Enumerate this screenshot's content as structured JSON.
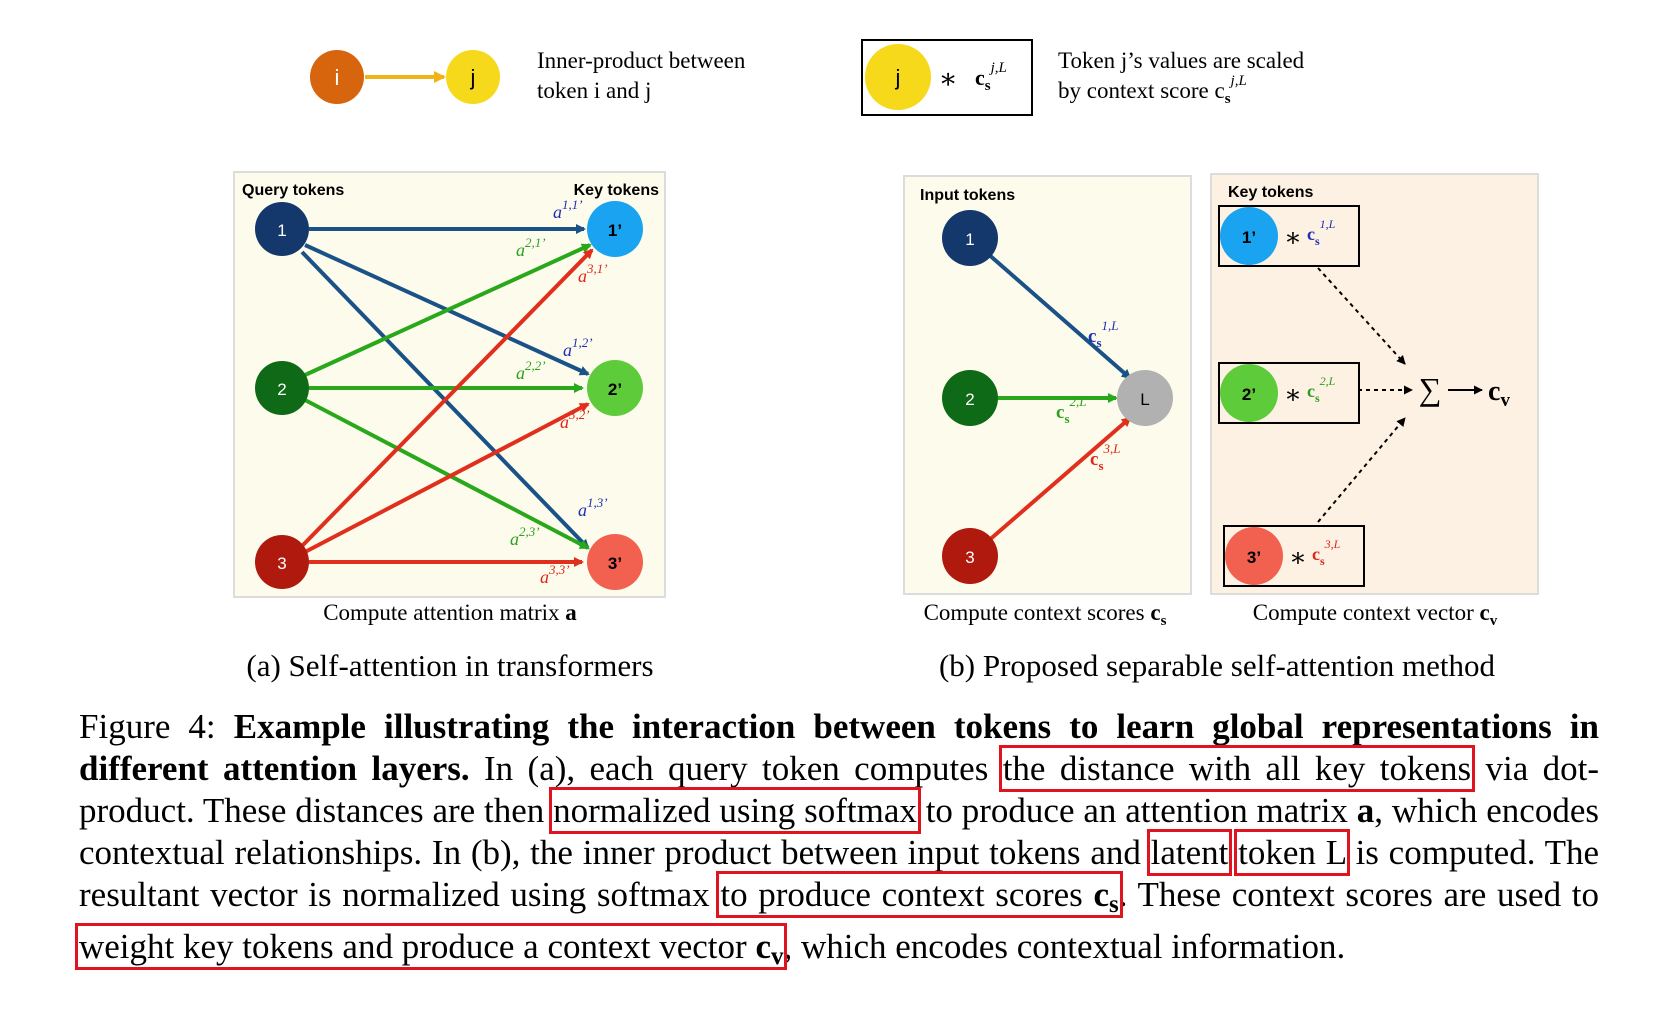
{
  "legend": {
    "node_i": "i",
    "node_j": "j",
    "left_line1": "Inner-product between",
    "left_line2": "token i and j",
    "box_node": "j",
    "box_op": "∗",
    "box_c": "c",
    "box_c_sub": "s",
    "box_c_sup": "j,L",
    "right_line1": "Token j’s values are scaled",
    "right_line2": "by context score c",
    "right_line2_sub": "s",
    "right_line2_sup": "j,L"
  },
  "panel_a": {
    "query_header": "Query tokens",
    "key_header": "Key tokens",
    "query_nodes": [
      "1",
      "2",
      "3"
    ],
    "key_nodes": [
      "1’",
      "2’",
      "3’"
    ],
    "edge_labels": [
      {
        "name": "a-1-1",
        "text": "a^{1,1’}",
        "color": "#1f2fb4"
      },
      {
        "name": "a-2-1",
        "text": "a^{2,1’}",
        "color": "#2aa01e"
      },
      {
        "name": "a-3-1",
        "text": "a^{3,1’}",
        "color": "#e0251b"
      },
      {
        "name": "a-1-2",
        "text": "a^{1,2’}",
        "color": "#1f2fb4"
      },
      {
        "name": "a-2-2",
        "text": "a^{2,2’}",
        "color": "#2aa01e"
      },
      {
        "name": "a-3-2",
        "text": "a^{3,2’}",
        "color": "#e0251b"
      },
      {
        "name": "a-1-3",
        "text": "a^{1,3’}",
        "color": "#1f2fb4"
      },
      {
        "name": "a-2-3",
        "text": "a^{2,3’}",
        "color": "#2aa01e"
      },
      {
        "name": "a-3-3",
        "text": "a^{3,3’}",
        "color": "#e0251b"
      }
    ],
    "caption": "Compute attention matrix",
    "caption_bold": "a",
    "subcaption": "(a) Self-attention in transformers"
  },
  "panel_b": {
    "input_header": "Input tokens",
    "input_nodes": [
      "1",
      "2",
      "3"
    ],
    "latent_node": "L",
    "score_labels": [
      {
        "name": "cs-1-L",
        "base": "c",
        "sub": "s",
        "sup": "1,L",
        "color": "#1f2fb4"
      },
      {
        "name": "cs-2-L",
        "base": "c",
        "sub": "s",
        "sup": "2,L",
        "color": "#2aa01e"
      },
      {
        "name": "cs-3-L",
        "base": "c",
        "sub": "s",
        "sup": "3,L",
        "color": "#e0251b"
      }
    ],
    "left_caption": "Compute context scores",
    "left_caption_bold": "c",
    "left_caption_sub": "s",
    "key_header": "Key tokens",
    "key_nodes": [
      "1’",
      "2’",
      "3’"
    ],
    "key_op": "∗",
    "key_scores": [
      {
        "base": "c",
        "sub": "s",
        "sup": "1,L",
        "color": "#1f2fb4"
      },
      {
        "base": "c",
        "sub": "s",
        "sup": "2,L",
        "color": "#2aa01e"
      },
      {
        "base": "c",
        "sub": "s",
        "sup": "3,L",
        "color": "#e0251b"
      }
    ],
    "sum_symbol": "∑",
    "output": "c",
    "output_sub": "v",
    "right_caption": "Compute context vector",
    "right_caption_bold": "c",
    "right_caption_sub": "v",
    "subcaption": "(b) Proposed separable self-attention method"
  },
  "colors": {
    "node1": "#14386b",
    "node2": "#0e6a17",
    "node3": "#b01a0e",
    "key1": "#1aa3f0",
    "key2": "#5ecb3b",
    "key3": "#f2604f",
    "edge_blue": "#1a5288",
    "edge_green": "#2aa81c",
    "edge_red": "#e0301d",
    "node_i": "#d7650e",
    "node_j": "#f5d91a",
    "latent": "#b1b1b1",
    "panel_a_bg": "#fdfcec",
    "panel_b_left_bg": "#fdfcec",
    "panel_b_right_bg": "#fdf1e3",
    "highlight": "#e0141e"
  },
  "caption": {
    "fig_label": "Figure 4:",
    "bold": "Example illustrating the interaction between tokens to learn global representations in different attention layers.",
    "t1": " In (a), each query token computes ",
    "h1": "the distance with all key tokens",
    "t2": " via dot-product. These distances are then ",
    "h2": "normalized using softmax",
    "t3": " to produce an attention matrix ",
    "a_bold": "a",
    "t4": ", which encodes contextual relationships. In (b), the inner product between input tokens and ",
    "h3a": "latent",
    "h3b": "token L",
    "t5": " is computed. The resultant vector is normalized using softmax ",
    "h4": "to produce context scores ",
    "h4_c": "c",
    "h4_sub": "s",
    "t6": ". These context scores are used to ",
    "h5": "weight key tokens and produce a context vector ",
    "h5_c": "c",
    "h5_sub": "v",
    "t7": ", which encodes contextual information."
  }
}
